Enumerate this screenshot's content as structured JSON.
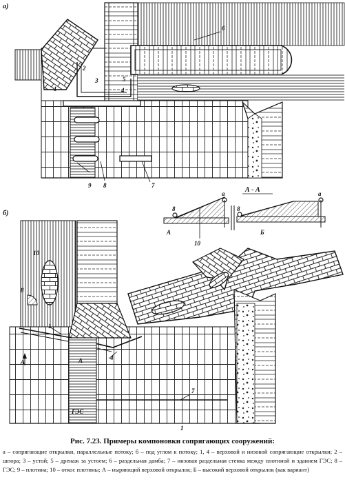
{
  "figure": {
    "sub_a": "а)",
    "sub_b": "б)",
    "section": "А - А",
    "labels_a": {
      "l1": "1",
      "l2": "2",
      "l3": "3",
      "l4": "4",
      "l5": "5",
      "l6": "6",
      "l7": "7",
      "l8": "8",
      "l9": "9"
    },
    "labels_section": {
      "a_left": "А",
      "b_right": "Б",
      "l8a": "8",
      "la_a": "а",
      "l8b": "8",
      "la_b": "а",
      "l10": "10"
    },
    "labels_b": {
      "l10": "10",
      "l8": "8",
      "l1top": "1",
      "l4": "4",
      "A_mark": "А",
      "A_mark2": "А",
      "gez": "ГЭС",
      "l7": "7",
      "l1": "1"
    }
  },
  "caption": {
    "title": "Рис. 7.23. Примеры компоновки сопрягающих сооружений:",
    "body": "а – сопрягающие открылки, параллельные потоку; б – под углом к потоку; 1, 4 – верховой и низовой сопрягающие открылки; 2 – шпора; 3 – устой; 5 – дренаж за устоем; 6 – раздельная дамба; 7 – низовая раздельная стенка между плотиной и зданием ГЭС; 8 – ГЭС; 9 – плотина; 10 – откос плотины; А – ныряющий верховой открылок; Б – высокий верховой открылок (как вариант)"
  },
  "colors": {
    "ink": "#111111",
    "paper": "#ffffff"
  }
}
